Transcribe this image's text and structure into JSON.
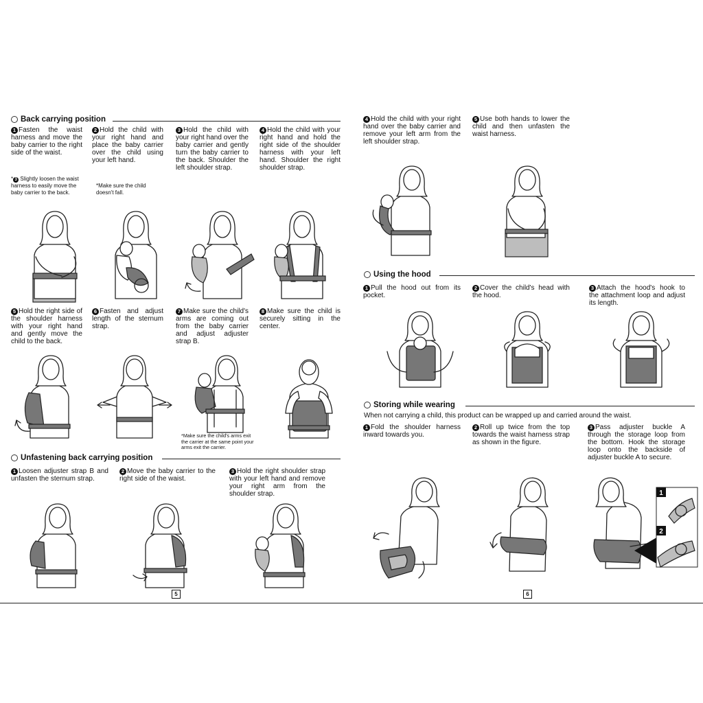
{
  "left_page": {
    "back_carrying": {
      "title": "Back carrying position",
      "steps": [
        {
          "num": "1",
          "text": "Fasten the waist harness and move the baby carrier to the right side of the waist."
        },
        {
          "num": "2",
          "text": "Hold the child with your right hand and place the baby carrier over the child using your left hand."
        },
        {
          "num": "3",
          "text": "Hold the child with your right hand over the baby carrier and gently turn the baby carrier to the back. Shoulder the left shoulder strap."
        },
        {
          "num": "4",
          "text": "Hold the child with your right hand and hold the right side of the shoulder harness with your left hand. Shoulder the right shoulder strap."
        },
        {
          "num": "5",
          "text": "Hold the right side of the shoulder harness with your right hand and gently move the child to the back."
        },
        {
          "num": "6",
          "text": "Fasten and adjust length of the sternum strap."
        },
        {
          "num": "7",
          "text": "Make sure the child's arms are coming out from the baby carrier and adjust adjuster strap B."
        },
        {
          "num": "8",
          "text": "Make sure the child is securely sitting in the center."
        }
      ],
      "notes": [
        {
          "prefix": "*",
          "num": "3",
          "text": "Slightly loosen the waist harness to easily move the baby carrier to the back."
        },
        {
          "prefix": "*",
          "text": "Make sure the child doesn't fall."
        },
        {
          "prefix": "*",
          "text": "Make sure the child's arms exit the carrier at the same point your arms exit the carrier."
        }
      ]
    },
    "unfastening": {
      "title": "Unfastening back carrying position",
      "steps": [
        {
          "num": "1",
          "text": "Loosen adjuster strap B and unfasten the sternum strap."
        },
        {
          "num": "2",
          "text": "Move the baby carrier to the right side of the waist."
        },
        {
          "num": "3",
          "text": "Hold the right shoulder strap with your left hand and remove your right arm from the shoulder strap."
        }
      ]
    },
    "page_number": "5"
  },
  "right_page": {
    "unfastening_cont": {
      "steps": [
        {
          "num": "4",
          "text": "Hold the child with your right hand over the baby carrier and remove your left arm from the left shoulder strap."
        },
        {
          "num": "5",
          "text": "Use both hands to lower the child and then unfasten the waist harness."
        }
      ]
    },
    "hood": {
      "title": "Using the hood",
      "steps": [
        {
          "num": "1",
          "text": "Pull the hood out from its pocket."
        },
        {
          "num": "2",
          "text": "Cover the child's head with the hood."
        },
        {
          "num": "3",
          "text": "Attach the hood's hook to the attachment loop and adjust its length."
        }
      ]
    },
    "storing": {
      "title": "Storing while wearing",
      "intro": "When not carrying a child, this product can be wrapped up and carried around the waist.",
      "steps": [
        {
          "num": "1",
          "text": "Fold the shoulder harness inward towards you."
        },
        {
          "num": "2",
          "text": "Roll up twice from the top towards the waist harness strap as shown in the figure."
        },
        {
          "num": "3",
          "text": "Pass adjuster buckle A through the storage loop from the bottom. Hook the storage loop onto the backside of adjuster buckle A to secure."
        }
      ],
      "inset_labels": [
        "1",
        "2"
      ]
    },
    "page_number": "6"
  }
}
